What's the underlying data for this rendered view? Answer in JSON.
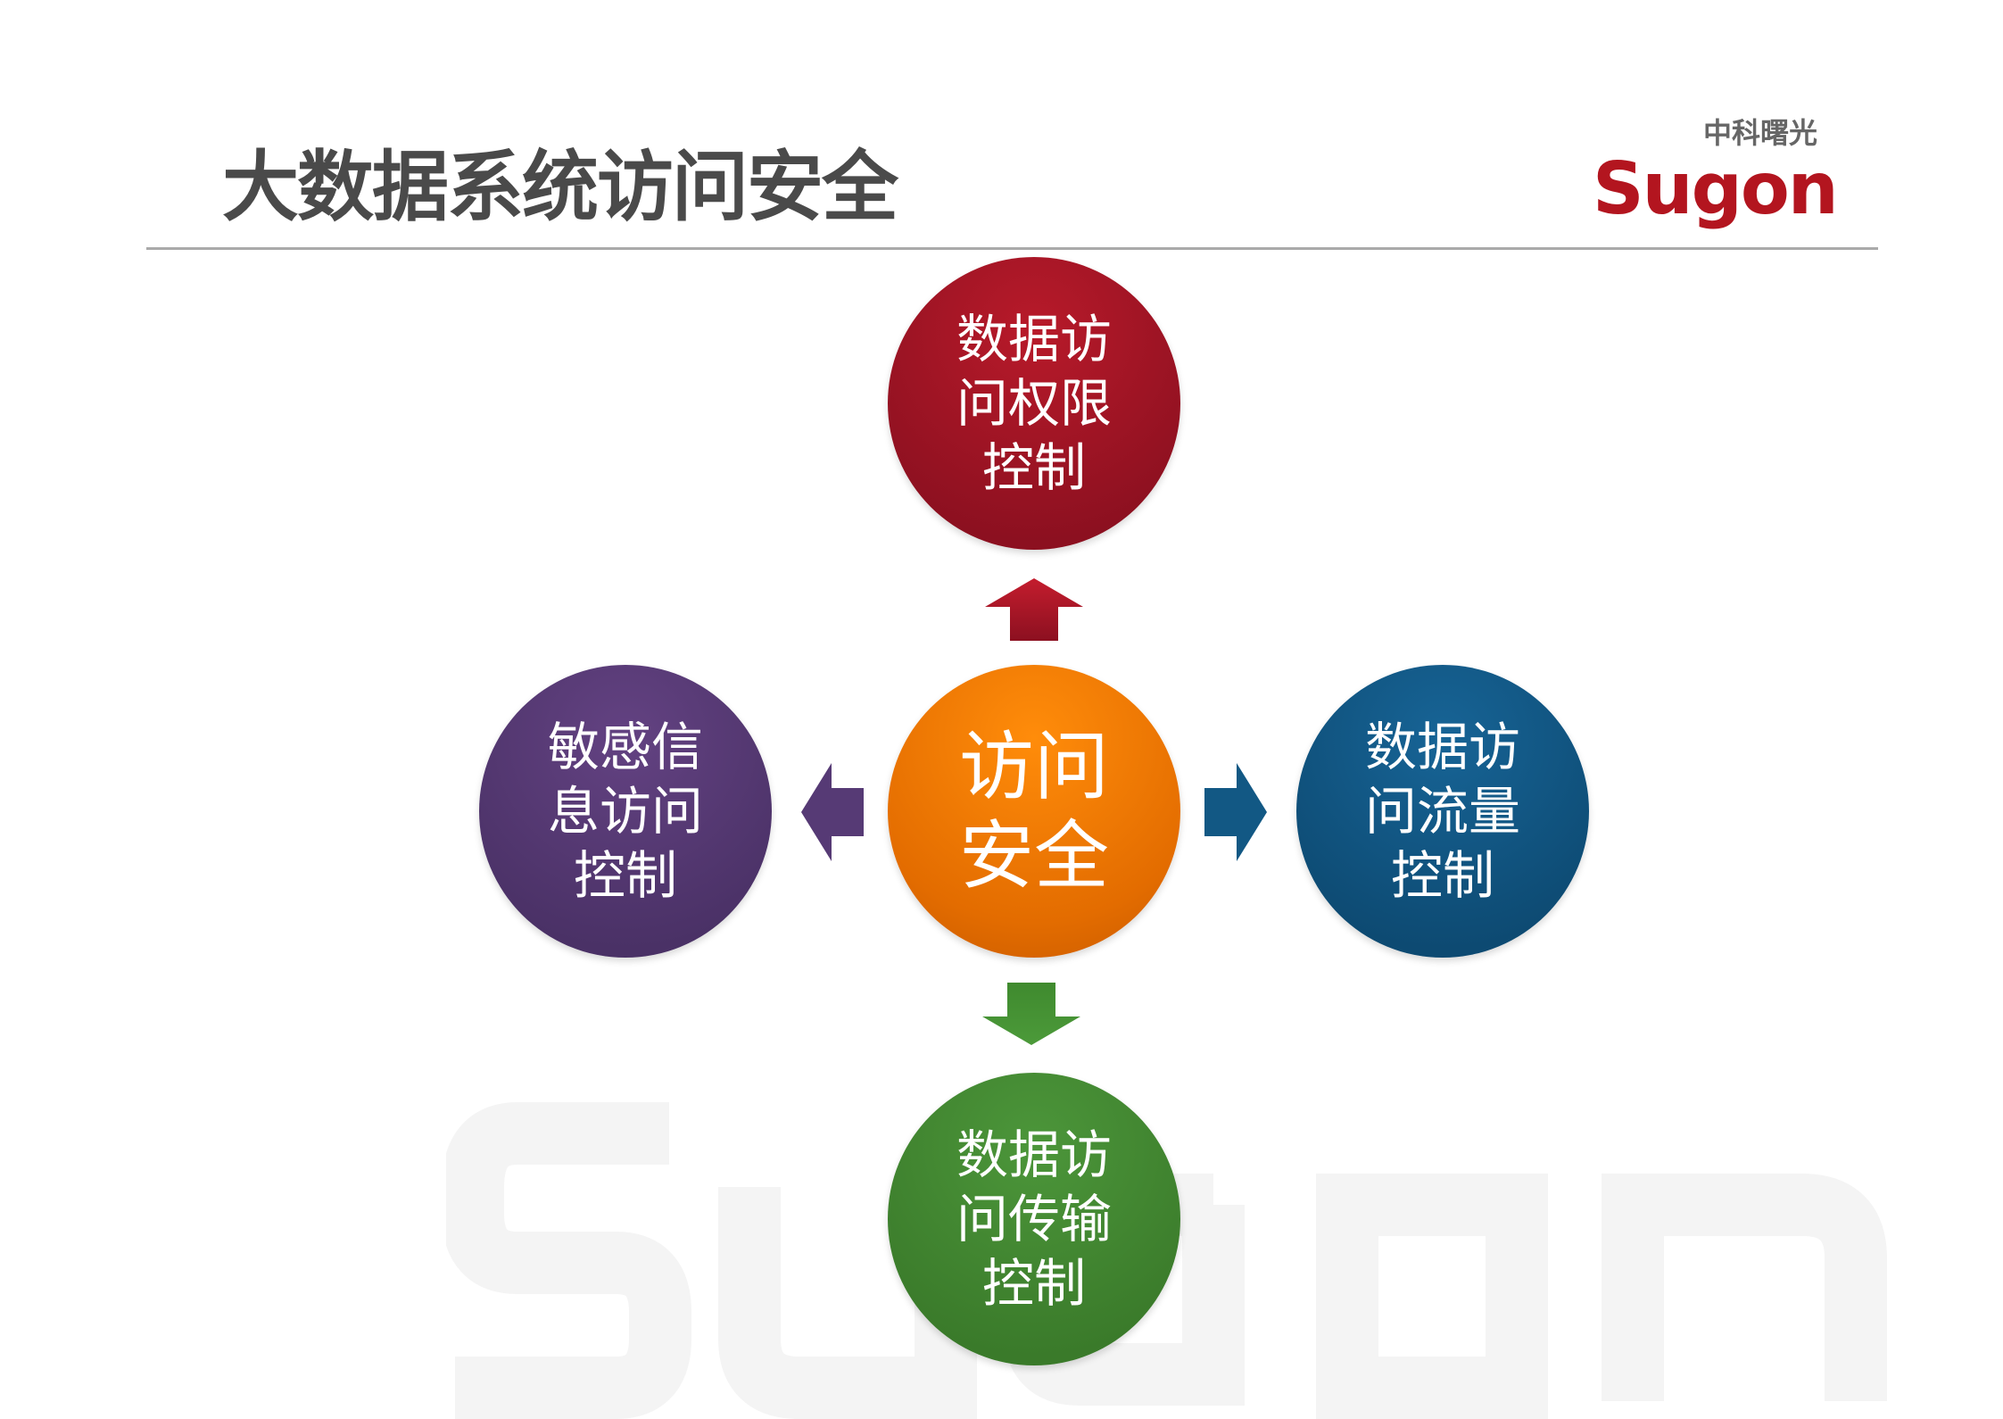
{
  "header": {
    "title": "大数据系统访问安全",
    "logo": {
      "cn": "中科曙光",
      "en": "Sugon",
      "color": "#b3151f"
    }
  },
  "watermark": "Sugon",
  "diagram": {
    "center": {
      "label": "访问安全",
      "color": "#f57c00"
    },
    "top": {
      "label": "数据访问权限控制",
      "color": "#a0162a"
    },
    "left": {
      "label": "敏感信息访问控制",
      "color": "#563a75"
    },
    "right": {
      "label": "数据访问流量控制",
      "color": "#125884"
    },
    "bottom": {
      "label": "数据访问传输控制",
      "color": "#438832"
    }
  }
}
